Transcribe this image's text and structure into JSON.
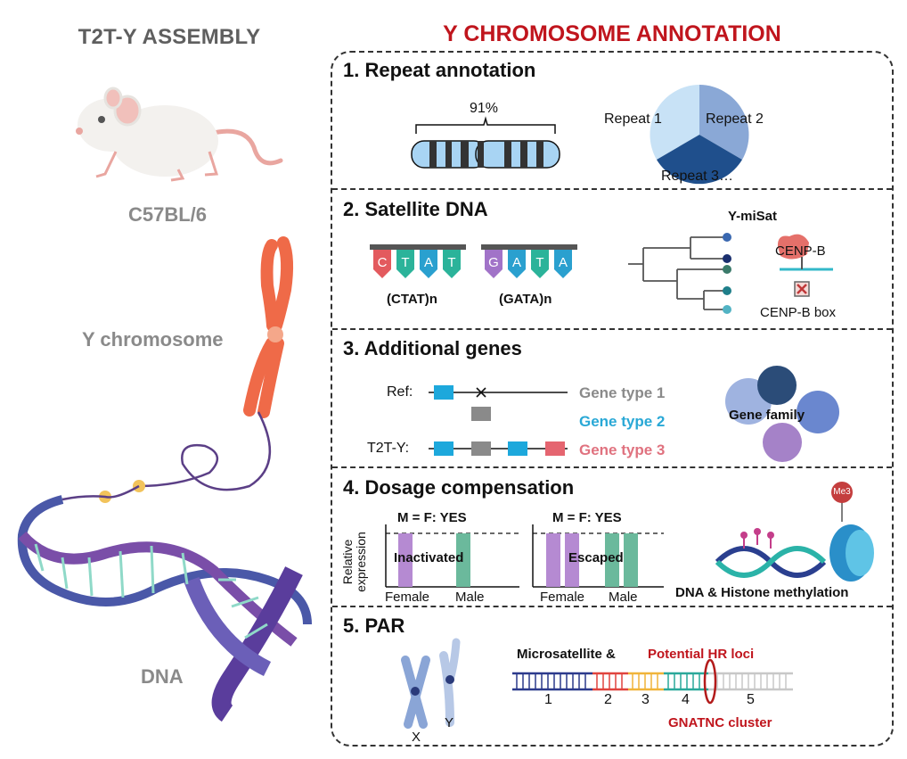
{
  "left": {
    "title": "T2T-Y ASSEMBLY",
    "strain_label": "C57BL/6",
    "chromosome_label": "Y chromosome",
    "dna_label": "DNA"
  },
  "right": {
    "title": "Y CHROMOSOME ANNOTATION",
    "sections": [
      {
        "title": "1. Repeat annotation"
      },
      {
        "title": "2. Satellite DNA"
      },
      {
        "title": "3. Additional genes"
      },
      {
        "title": "4. Dosage compensation"
      },
      {
        "title": "5. PAR"
      }
    ]
  },
  "repeat": {
    "percent": "91%",
    "pie_labels": [
      "Repeat 1",
      "Repeat 2",
      "Repeat 3…"
    ],
    "colors": {
      "repeat1": "#c8e2f6",
      "repeat2": "#8aa8d6",
      "repeat3": "#1f4f8c"
    }
  },
  "satellite": {
    "ctat_letters": [
      "C",
      "T",
      "A",
      "T"
    ],
    "gata_letters": [
      "G",
      "A",
      "T",
      "A"
    ],
    "ctat_label": "(CTAT)n",
    "gata_label": "(GATA)n",
    "tree_title": "Y-miSat",
    "cenp_b": "CENP-B",
    "cenp_b_box": "CENP-B box"
  },
  "genes": {
    "ref_label": "Ref:",
    "t2t_label": "T2T-Y:",
    "types": [
      "Gene type 1",
      "Gene type 2",
      "Gene type 3"
    ],
    "family_label": "Gene family"
  },
  "dosage": {
    "left_header": "M = F: YES",
    "right_header": "M = F: YES",
    "ylabel_top": "Relative",
    "ylabel_bottom": "expression",
    "inactivated": "Inactivated",
    "escaped": "Escaped",
    "female": "Female",
    "male": "Male",
    "methylation": "DNA & Histone methylation",
    "me3": "Me3"
  },
  "par": {
    "x_label": "X",
    "y_label": "Y",
    "micro_label": "Microsatellite &",
    "hr_label": "Potential HR loci",
    "region_numbers": [
      "1",
      "2",
      "3",
      "4",
      "5"
    ],
    "cluster_label": "GNATNC cluster"
  }
}
